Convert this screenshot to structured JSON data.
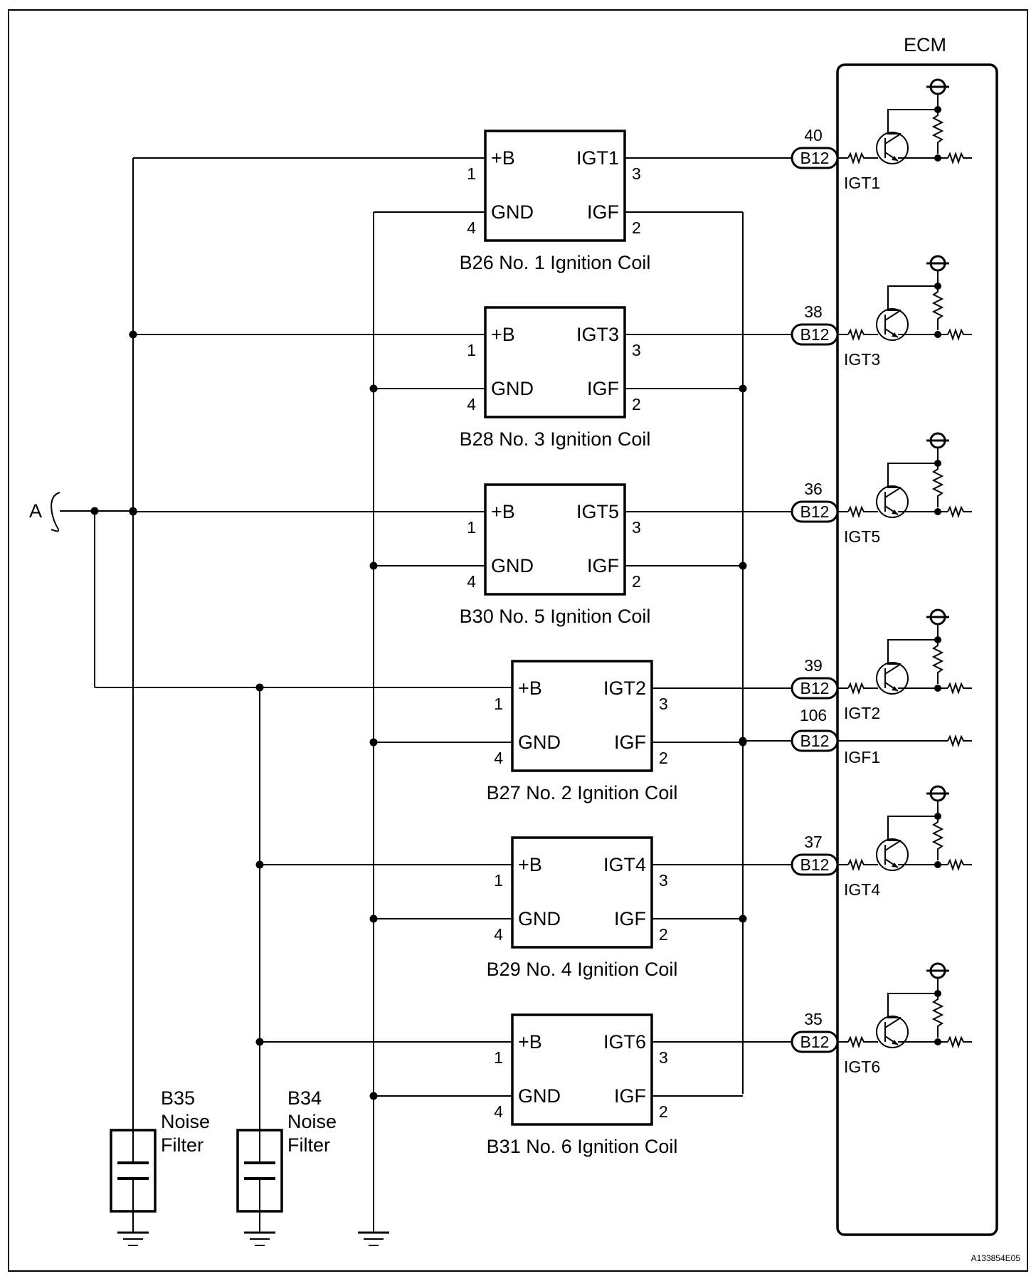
{
  "ecm": {
    "label": "ECM"
  },
  "harness": {
    "label": "A"
  },
  "coils": [
    {
      "id": "coil-1",
      "name": "B26 No. 1 Ignition Coil",
      "signal": "IGT1",
      "bplus": "+B",
      "gnd": "GND",
      "igf": "IGF",
      "pin_b": "1",
      "pin_gnd": "4",
      "pin_igt": "3",
      "pin_igf": "2",
      "ecm_pin": "40",
      "connector": "B12",
      "ecm_signal": "IGT1"
    },
    {
      "id": "coil-3",
      "name": "B28 No. 3 Ignition Coil",
      "signal": "IGT3",
      "bplus": "+B",
      "gnd": "GND",
      "igf": "IGF",
      "pin_b": "1",
      "pin_gnd": "4",
      "pin_igt": "3",
      "pin_igf": "2",
      "ecm_pin": "38",
      "connector": "B12",
      "ecm_signal": "IGT3"
    },
    {
      "id": "coil-5",
      "name": "B30 No. 5 Ignition Coil",
      "signal": "IGT5",
      "bplus": "+B",
      "gnd": "GND",
      "igf": "IGF",
      "pin_b": "1",
      "pin_gnd": "4",
      "pin_igt": "3",
      "pin_igf": "2",
      "ecm_pin": "36",
      "connector": "B12",
      "ecm_signal": "IGT5"
    },
    {
      "id": "coil-2",
      "name": "B27 No. 2 Ignition Coil",
      "signal": "IGT2",
      "bplus": "+B",
      "gnd": "GND",
      "igf": "IGF",
      "pin_b": "1",
      "pin_gnd": "4",
      "pin_igt": "3",
      "pin_igf": "2",
      "ecm_pin": "39",
      "connector": "B12",
      "ecm_signal": "IGT2"
    },
    {
      "id": "coil-4",
      "name": "B29 No. 4 Ignition Coil",
      "signal": "IGT4",
      "bplus": "+B",
      "gnd": "GND",
      "igf": "IGF",
      "pin_b": "1",
      "pin_gnd": "4",
      "pin_igt": "3",
      "pin_igf": "2",
      "ecm_pin": "37",
      "connector": "B12",
      "ecm_signal": "IGT4"
    },
    {
      "id": "coil-6",
      "name": "B31 No. 6 Ignition Coil",
      "signal": "IGT6",
      "bplus": "+B",
      "gnd": "GND",
      "igf": "IGF",
      "pin_b": "1",
      "pin_gnd": "4",
      "pin_igt": "3",
      "pin_igf": "2",
      "ecm_pin": "35",
      "connector": "B12",
      "ecm_signal": "IGT6"
    }
  ],
  "igf_line": {
    "ecm_pin": "106",
    "connector": "B12",
    "ecm_signal": "IGF1"
  },
  "filters": [
    {
      "id": "b35",
      "line1": "B35",
      "line2": "Noise",
      "line3": "Filter"
    },
    {
      "id": "b34",
      "line1": "B34",
      "line2": "Noise",
      "line3": "Filter"
    }
  ],
  "figure_id": "A133854E05"
}
